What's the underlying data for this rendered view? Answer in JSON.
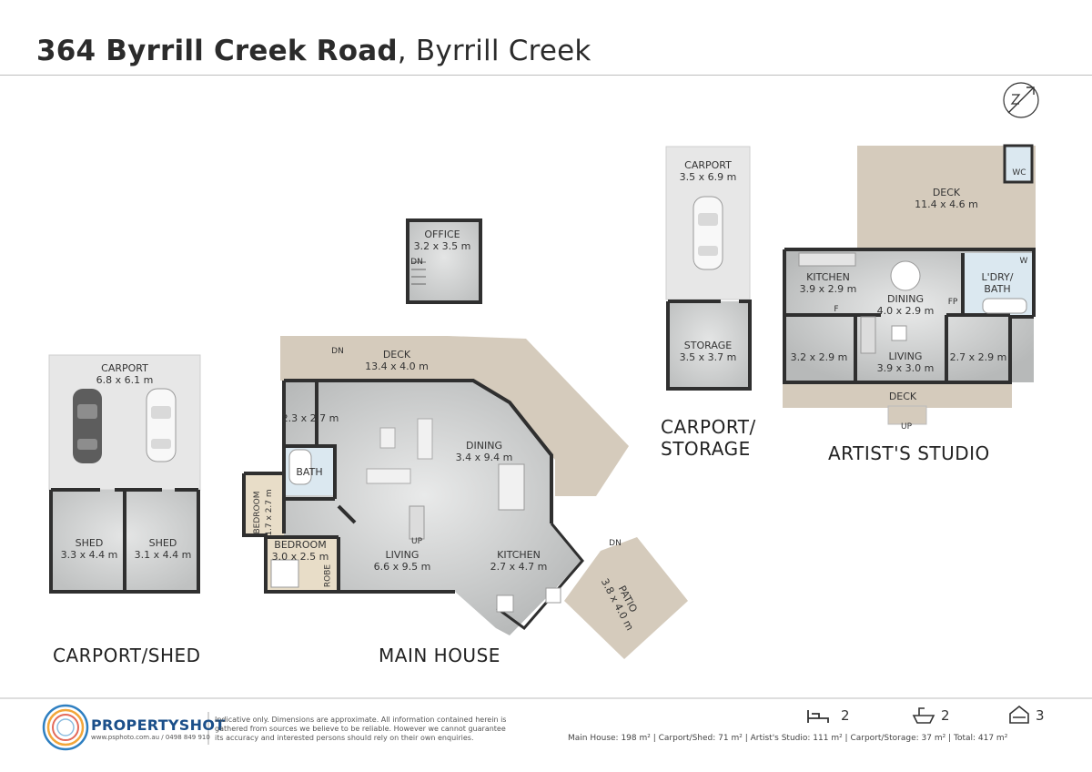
{
  "header": {
    "address_bold": "364 Byrrill Creek Road",
    "separator": ", ",
    "suburb": "Byrrill Creek"
  },
  "captions": {
    "carport_shed": "CARPORT/SHED",
    "main_house": "MAIN HOUSE",
    "carport_storage_l1": "CARPORT/",
    "carport_storage_l2": "STORAGE",
    "artists_studio": "ARTIST'S STUDIO"
  },
  "rooms": {
    "cs_carport": {
      "name": "CARPORT",
      "dims": "6.8 x 6.1 m"
    },
    "cs_shed1": {
      "name": "SHED",
      "dims": "3.3 x 4.4 m"
    },
    "cs_shed2": {
      "name": "SHED",
      "dims": "3.1 x 4.4 m"
    },
    "office": {
      "name": "OFFICE",
      "dims": "3.2 x 3.5 m"
    },
    "mh_deck": {
      "name": "DECK",
      "dims": "13.4 x 4.0 m"
    },
    "mh_room": {
      "dims": "2.3 x 2.7 m"
    },
    "mh_bath": {
      "name": "BATH"
    },
    "mh_bedroom1": {
      "name": "BEDROOM",
      "dims": "1.7 x 2.7 m"
    },
    "mh_bedroom2": {
      "name": "BEDROOM",
      "dims": "3.0 x 2.5 m"
    },
    "mh_robe": {
      "name": "ROBE"
    },
    "mh_dining": {
      "name": "DINING",
      "dims": "3.4 x 9.4 m"
    },
    "mh_living": {
      "name": "LIVING",
      "dims": "6.6 x 9.5 m"
    },
    "mh_kitchen": {
      "name": "KITCHEN",
      "dims": "2.7 x 4.7 m"
    },
    "mh_patio": {
      "name": "PATIO",
      "dims": "3.8 x 4.0 m"
    },
    "cst_carport": {
      "name": "CARPORT",
      "dims": "3.5 x 6.9 m"
    },
    "cst_storage": {
      "name": "STORAGE",
      "dims": "3.5 x 3.7 m"
    },
    "as_deck": {
      "name": "DECK",
      "dims": "11.4 x 4.6 m"
    },
    "as_wc": {
      "name": "WC"
    },
    "as_kitchen": {
      "name": "KITCHEN",
      "dims": "3.9 x 2.9 m"
    },
    "as_dining": {
      "name": "DINING",
      "dims": "4.0 x 2.9 m"
    },
    "as_laundry": {
      "name": "L'DRY/",
      "name2": "BATH"
    },
    "as_room1": {
      "dims": "3.2 x 2.9 m"
    },
    "as_living": {
      "name": "LIVING",
      "dims": "3.9 x 3.0 m"
    },
    "as_room2": {
      "dims": "2.7 x 2.9 m"
    },
    "as_deck2": {
      "name": "DECK"
    }
  },
  "marks": {
    "dn": "DN",
    "up": "UP",
    "fp": "FP",
    "f": "F",
    "w": "W"
  },
  "footer": {
    "brand": "PROPERTYSHOT",
    "brand_sub": "www.psphoto.com.au / 0498 849 910",
    "disclaimer_1": "Indicative only.  Dimensions are approximate.  All information contained herein is",
    "disclaimer_2": "gathered from sources we believe to be reliable.  However we cannot guarantee",
    "disclaimer_3": "its accuracy and interested persons should rely on their own enquiries.",
    "bedrooms": "2",
    "bathrooms": "2",
    "car_spaces": "3",
    "areas": "Main House: 198 m²   |   Carport/Shed: 71 m²   |   Artist's Studio: 111 m²   |   Carport/Storage: 37 m²   |   Total: 417 m²"
  },
  "colors": {
    "deck": "#d5cbbc",
    "floor": "#c9cbcb",
    "carport": "#e6e6e6",
    "wall": "#2f2f2f",
    "bath": "#dbe8f0"
  }
}
